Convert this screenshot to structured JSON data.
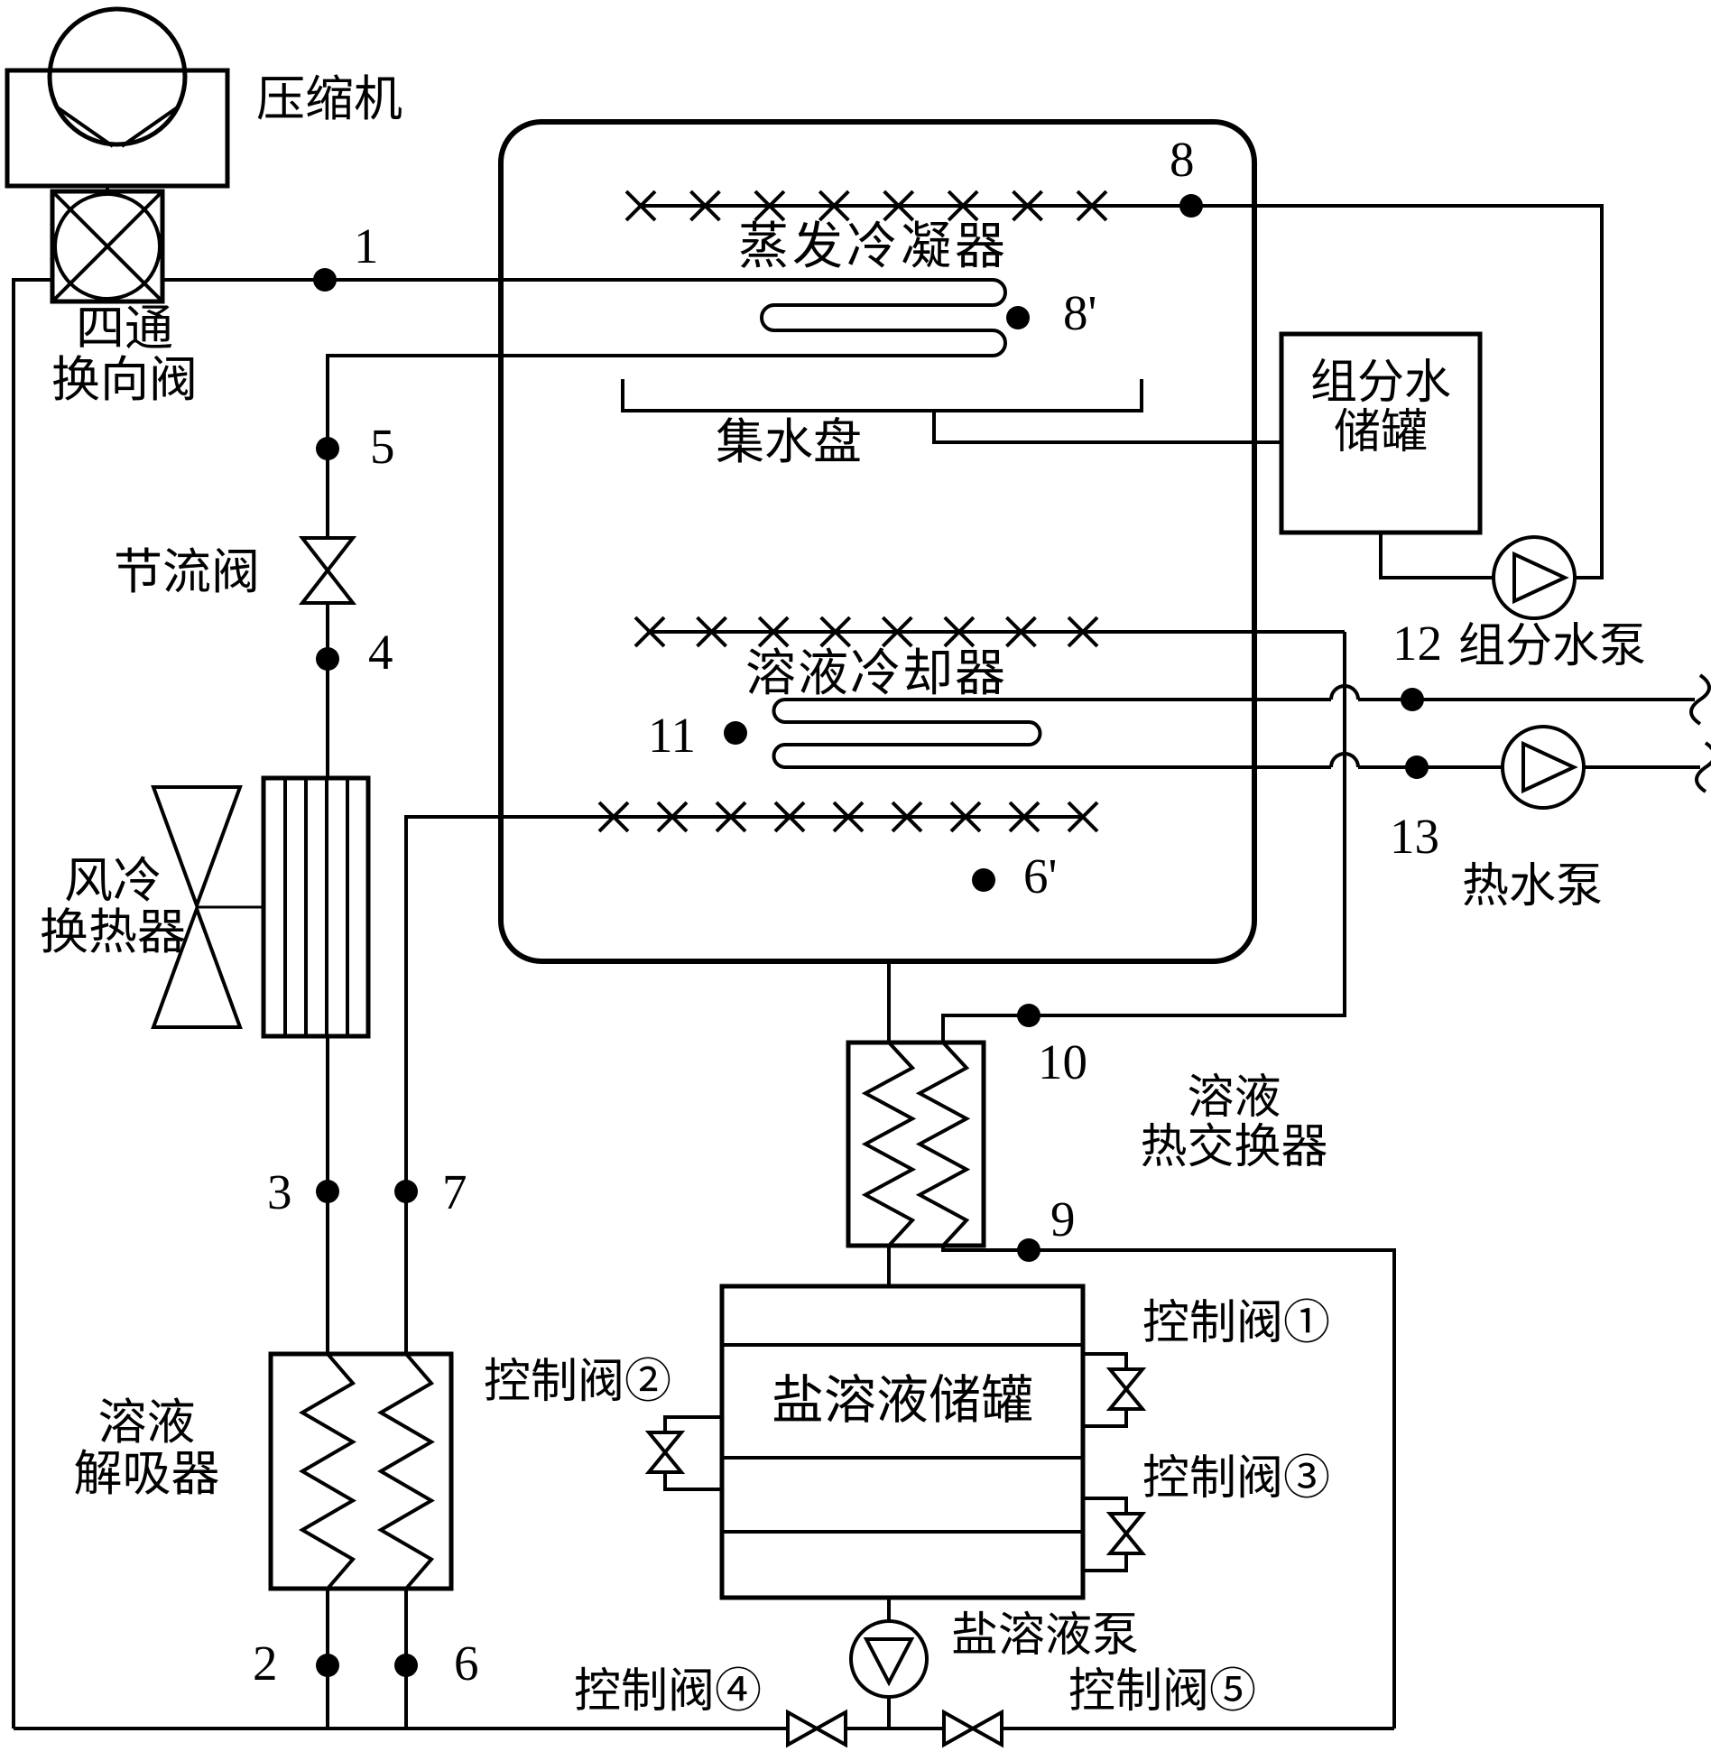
{
  "colors": {
    "ink": "#000000",
    "background": "#ffffff"
  },
  "labels": {
    "compressor": "压缩机",
    "four_way_valve": [
      "四通",
      "换向阀"
    ],
    "throttle_valve": "节流阀",
    "air_cooled_hx": [
      "风冷",
      "换热器"
    ],
    "solution_desorber": [
      "溶液",
      "解吸器"
    ],
    "evaporative_condenser": "蒸发冷凝器",
    "water_collection_pan": "集水盘",
    "component_water_tank": [
      "组分水",
      "储罐"
    ],
    "solution_cooler": "溶液冷却器",
    "component_water_pump": "组分水泵",
    "hot_water_pump": "热水泵",
    "solution_heat_exchanger": [
      "溶液",
      "热交换器"
    ],
    "salt_solution_tank": "盐溶液储罐",
    "control_valve_1": "控制阀①",
    "control_valve_2": "控制阀②",
    "control_valve_3": "控制阀③",
    "control_valve_4": "控制阀④",
    "control_valve_5": "控制阀⑤",
    "salt_solution_pump": "盐溶液泵"
  },
  "state_points": {
    "p1": "1",
    "p2": "2",
    "p3": "3",
    "p4": "4",
    "p5": "5",
    "p6": "6",
    "p6p": "6'",
    "p7": "7",
    "p8": "8",
    "p8p": "8'",
    "p9": "9",
    "p10": "10",
    "p11": "11",
    "p12": "12",
    "p13": "13"
  }
}
